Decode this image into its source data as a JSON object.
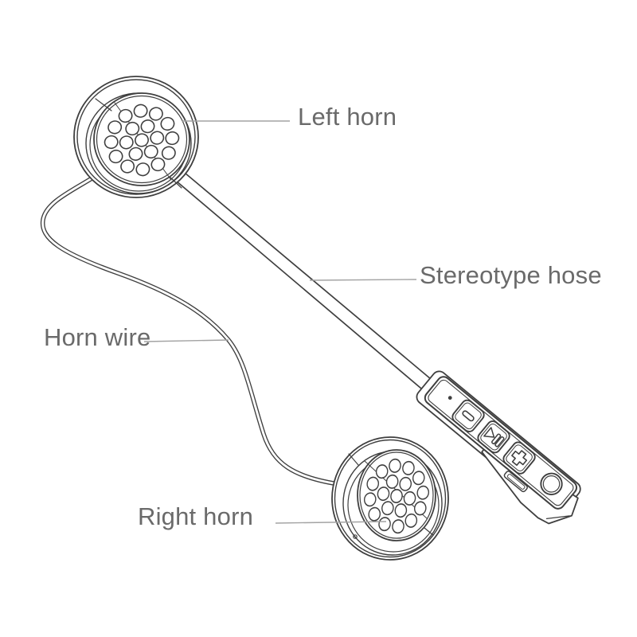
{
  "colors": {
    "background": "#ffffff",
    "ink": "#3f3f3f",
    "leader": "#a3a3a3",
    "label": "#6a6a6a"
  },
  "labels": {
    "left_horn": "Left horn",
    "stereotype_hose": "Stereotype hose",
    "horn_wire": "Horn wire",
    "right_horn": "Right horn"
  },
  "module": {
    "buttons": [
      {
        "icon": "minus-icon"
      },
      {
        "icon": "play-pause-icon"
      },
      {
        "icon": "plus-icon"
      }
    ]
  }
}
